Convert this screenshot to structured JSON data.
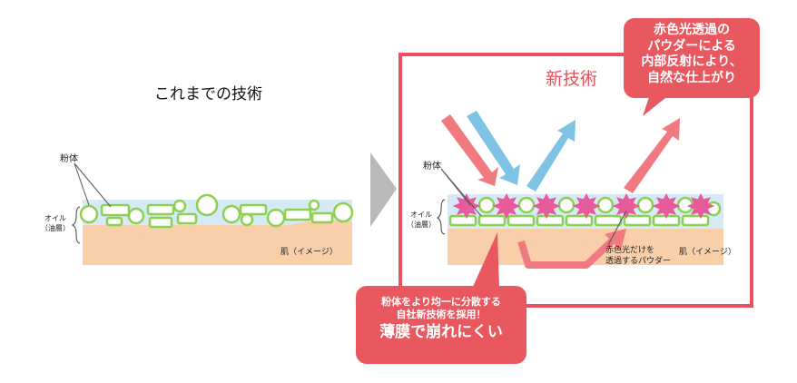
{
  "old": {
    "title": "これまでの技術",
    "powder_label": "粉体",
    "oil_label_line1": "オイル",
    "oil_label_line2": "（油層）",
    "skin_label": "肌（イメージ）"
  },
  "new": {
    "title": "新技術",
    "powder_label": "粉体",
    "oil_label_line1": "オイル",
    "oil_label_line2": "（油層）",
    "skin_label": "肌（イメージ）",
    "red_powder_line1": "赤色光だけを",
    "red_powder_line2": "透過するパウダー"
  },
  "callout_top": {
    "lines": [
      "赤色光透過の",
      "パウダーによる",
      "内部反射により、",
      "自然な仕上がり"
    ]
  },
  "callout_bottom": {
    "line1": "粉体をより均一に分散する",
    "line2": "自社新技術を採用！",
    "line3": "薄膜で崩れにくい"
  },
  "colors": {
    "accent_red": "#e8505b",
    "callout_red": "#e9575f",
    "blue_arrow": "#7ec3e6",
    "skin": "#f8cfa8",
    "oil": "#d6e9f6",
    "powder_green": "#8bd14f",
    "pink_powder": "#e75b9a"
  }
}
